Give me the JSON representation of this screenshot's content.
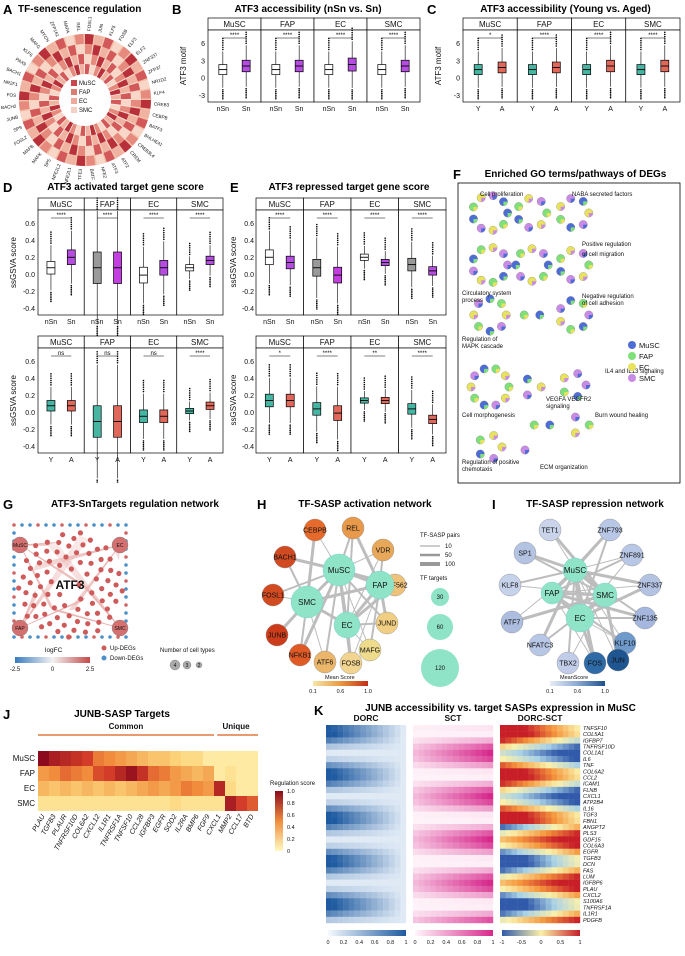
{
  "panels": {
    "A": {
      "label": "A",
      "title": "TF-senescence regulation",
      "legend": [
        "MuSC",
        "FAP",
        "EC",
        "SMC"
      ],
      "tf_labels": [
        "FOSL1",
        "JUN",
        "KLF5",
        "FOSB",
        "ELF3",
        "ELF2",
        "ZNF337",
        "ZFP37",
        "NR1D2",
        "KLF4",
        "CREB3",
        "CEBPB",
        "BATF3",
        "BHLHE41",
        "CREB3L4",
        "CREM",
        "ATF2",
        "ATF3",
        "NFE2",
        "BATF",
        "TFE3",
        "NFE2L1",
        "NFE2L2",
        "SP5",
        "MAFK",
        "MAFB",
        "FOSL2",
        "SP9",
        "JUNB",
        "BACH2",
        "FOS",
        "NR2F1",
        "BACH1",
        "PAX9",
        "KLF6",
        "MAFG",
        "MYCN",
        "ZFP161",
        "MAFA",
        "REL"
      ]
    },
    "B": {
      "label": "B",
      "title": "ATF3 accessibility (nSn vs. Sn)",
      "ylabel": "ATF3 motif",
      "yticks": [
        "6",
        "3",
        "0",
        "-3"
      ],
      "strips": [
        "MuSC",
        "FAP",
        "EC",
        "SMC"
      ],
      "xcats": [
        "nSn",
        "Sn"
      ],
      "sig": [
        "****",
        "****",
        "****",
        "****"
      ]
    },
    "C": {
      "label": "C",
      "title": "ATF3 accessibility (Young vs. Aged)",
      "ylabel": "ATF3 motif",
      "yticks": [
        "6",
        "3",
        "0",
        "-3"
      ],
      "strips": [
        "MuSC",
        "FAP",
        "EC",
        "SMC"
      ],
      "xcats": [
        "Y",
        "A"
      ],
      "sig": [
        "*",
        "****",
        "****",
        "****"
      ]
    },
    "D": {
      "label": "D",
      "title": "ATF3 activated target gene score",
      "ylabel": "ssGSVA score",
      "yticks": [
        "0.6",
        "0.4",
        "0.2",
        "0.0",
        "-0.2",
        "-0.4"
      ],
      "strips": [
        "MuSC",
        "FAP",
        "EC",
        "SMC"
      ],
      "xcats_top": [
        "nSn",
        "Sn"
      ],
      "xcats_bot": [
        "Y",
        "A"
      ],
      "sig_top": [
        "****",
        "****",
        "****",
        "****"
      ],
      "sig_bot": [
        "ns",
        "ns",
        "ns",
        "****"
      ]
    },
    "E": {
      "label": "E",
      "title": "ATF3 repressed target gene score",
      "ylabel": "ssGSVA score",
      "yticks": [
        "0.6",
        "0.4",
        "0.2",
        "0.0",
        "-0.2",
        "-0.4"
      ],
      "strips": [
        "MuSC",
        "FAP",
        "EC",
        "SMC"
      ],
      "xcats_top": [
        "nSn",
        "Sn"
      ],
      "xcats_bot": [
        "Y",
        "A"
      ],
      "sig_top": [
        "****",
        "****",
        "****",
        "****"
      ],
      "sig_bot": [
        "*",
        "****",
        "**",
        "****"
      ]
    },
    "F": {
      "label": "F",
      "title": "Enriched GO terms/pathways of DEGs",
      "terms": [
        "Cell proliferation",
        "NABA secreted factors",
        "Positive regulation of cell migration",
        "Circulatory system process",
        "Negative regulation of cell adhesion",
        "Regulation of MAPK cascade",
        "IL4 and IL13 signaling",
        "VEGFA VEGFR2 signaling",
        "Cell morphogenesis",
        "Burn wound healing",
        "Regulation of positive chemotaxis",
        "ECM organization"
      ],
      "legend": [
        "MuSC",
        "FAP",
        "EC",
        "SMC"
      ]
    },
    "G": {
      "label": "G",
      "title": "ATF3-SnTargets  regulation network",
      "hub": "ATF3",
      "corners": [
        "MuSC",
        "EC",
        "FAP",
        "SMC"
      ],
      "legend_logfc": "logFC",
      "logfc_ticks": [
        "-2.5",
        "0",
        "2.5"
      ],
      "legend_up": "Up-DEGs",
      "legend_down": "Down-DEGs",
      "legend_ct": "Number of cell types",
      "ct_values": [
        "4",
        "3",
        "2"
      ]
    },
    "H": {
      "label": "H",
      "title": "TF-SASP activation network",
      "hubs": [
        "MuSC",
        "FAP",
        "SMC",
        "EC"
      ],
      "tfs": [
        "CEBPB",
        "REL",
        "BACH1",
        "VDR",
        "FOSL1",
        "ZNF562",
        "JUNB",
        "JUND",
        "NFKB1",
        "MAFG",
        "ATF6",
        "FOSB"
      ],
      "pairs_title": "TF-SASP pairs",
      "pairs_ticks": [
        "10",
        "50",
        "100"
      ],
      "targets_title": "TF targets",
      "targets_ticks": [
        "30",
        "60",
        "120"
      ],
      "score_title": "Mean Score",
      "score_ticks": [
        "0.1",
        "0.6",
        "1.0"
      ]
    },
    "I": {
      "label": "I",
      "title": "TF-SASP repression network",
      "hubs": [
        "MuSC",
        "FAP",
        "SMC",
        "EC"
      ],
      "tfs": [
        "TET1",
        "ZNF793",
        "SP1",
        "ZNF891",
        "KLF8",
        "ZNF337",
        "ATF7",
        "ZNF135",
        "NFATC3",
        "KLF10",
        "TBX2",
        "FOS",
        "JUN"
      ],
      "score_title": "MeanScore",
      "score_ticks": [
        "0.1",
        "0.6",
        "1.0"
      ]
    },
    "J": {
      "label": "J",
      "title": "JUNB-SASP Targets",
      "group_common": "Common",
      "group_unique": "Unique",
      "rows": [
        "MuSC",
        "FAP",
        "EC",
        "SMC"
      ],
      "cols": [
        "PLAU",
        "TGFB3",
        "PLAUR",
        "TNFRSF10D",
        "COL6A2",
        "CXCL12",
        "IL1R1",
        "TNFRSF1A",
        "TNFSF10",
        "CCL28",
        "IGFBP3",
        "EGFR",
        "SOD2",
        "IL2RA",
        "BMP6",
        "FGF9",
        "CXCL1",
        "MMP2",
        "CCL17",
        "BTD"
      ],
      "legend_title": "Regulation score",
      "legend_ticks": [
        "1.0",
        "0.8",
        "0.6",
        "0.4",
        "0.2",
        "0"
      ]
    },
    "K": {
      "label": "K",
      "title": "JUNB accessibility vs. target SASPs expression in MuSC",
      "sub": [
        "DORC",
        "SCT",
        "DORC-SCT"
      ],
      "genes": [
        "TNFSF10",
        "COL5A1",
        "IGFBP7",
        "TNFRSF10D",
        "COL1A1",
        "IL6",
        "TNF",
        "COL6A2",
        "CCL2",
        "ICAM1",
        "FLNB",
        "CXCL1",
        "ATP2B4",
        "IL16",
        "TGF3",
        "FBN1",
        "ANGPT2",
        "PLS3",
        "GDF15",
        "COL6A3",
        "EGFR",
        "TGFB3",
        "DCN",
        "FAS",
        "LUM",
        "IGFBP6",
        "PLAU",
        "CXCL2",
        "S100A6",
        "TNFRSF1A",
        "IL1R1",
        "PDGFB"
      ],
      "ticks_dorc": [
        "0",
        "0.2",
        "0.4",
        "0.6",
        "0.8",
        "1"
      ],
      "ticks_sct": [
        "0",
        "0.2",
        "0.4",
        "0.6",
        "0.8",
        "1"
      ],
      "ticks_diff": [
        "-1",
        "-0.5",
        "0",
        "0.5",
        "1"
      ]
    }
  },
  "colors": {
    "musc": "#4e6cd6",
    "fap": "#7fe07a",
    "ec": "#e8e35a",
    "smc": "#c98be6",
    "nsn": "#ffffff",
    "sn": "#b44de0",
    "young": "#46b6a2",
    "aged": "#e0685a",
    "hub": "#8fe3c6"
  }
}
